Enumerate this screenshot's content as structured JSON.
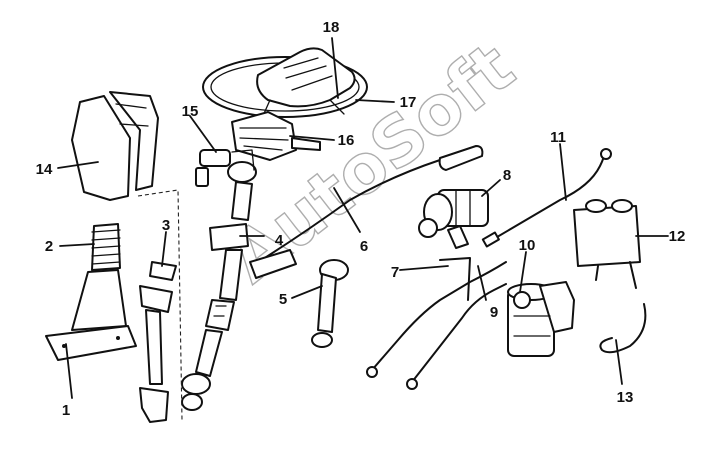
{
  "diagram": {
    "watermark": "AutoSoft",
    "callouts": [
      {
        "id": "1",
        "label": "1"
      },
      {
        "id": "2",
        "label": "2"
      },
      {
        "id": "3",
        "label": "3"
      },
      {
        "id": "4",
        "label": "4"
      },
      {
        "id": "5",
        "label": "5"
      },
      {
        "id": "6",
        "label": "6"
      },
      {
        "id": "7",
        "label": "7"
      },
      {
        "id": "8",
        "label": "8"
      },
      {
        "id": "9",
        "label": "9"
      },
      {
        "id": "10",
        "label": "10"
      },
      {
        "id": "11",
        "label": "11"
      },
      {
        "id": "12",
        "label": "12"
      },
      {
        "id": "13",
        "label": "13"
      },
      {
        "id": "14",
        "label": "14"
      },
      {
        "id": "15",
        "label": "15"
      },
      {
        "id": "16",
        "label": "16"
      },
      {
        "id": "17",
        "label": "17"
      },
      {
        "id": "18",
        "label": "18"
      }
    ]
  }
}
